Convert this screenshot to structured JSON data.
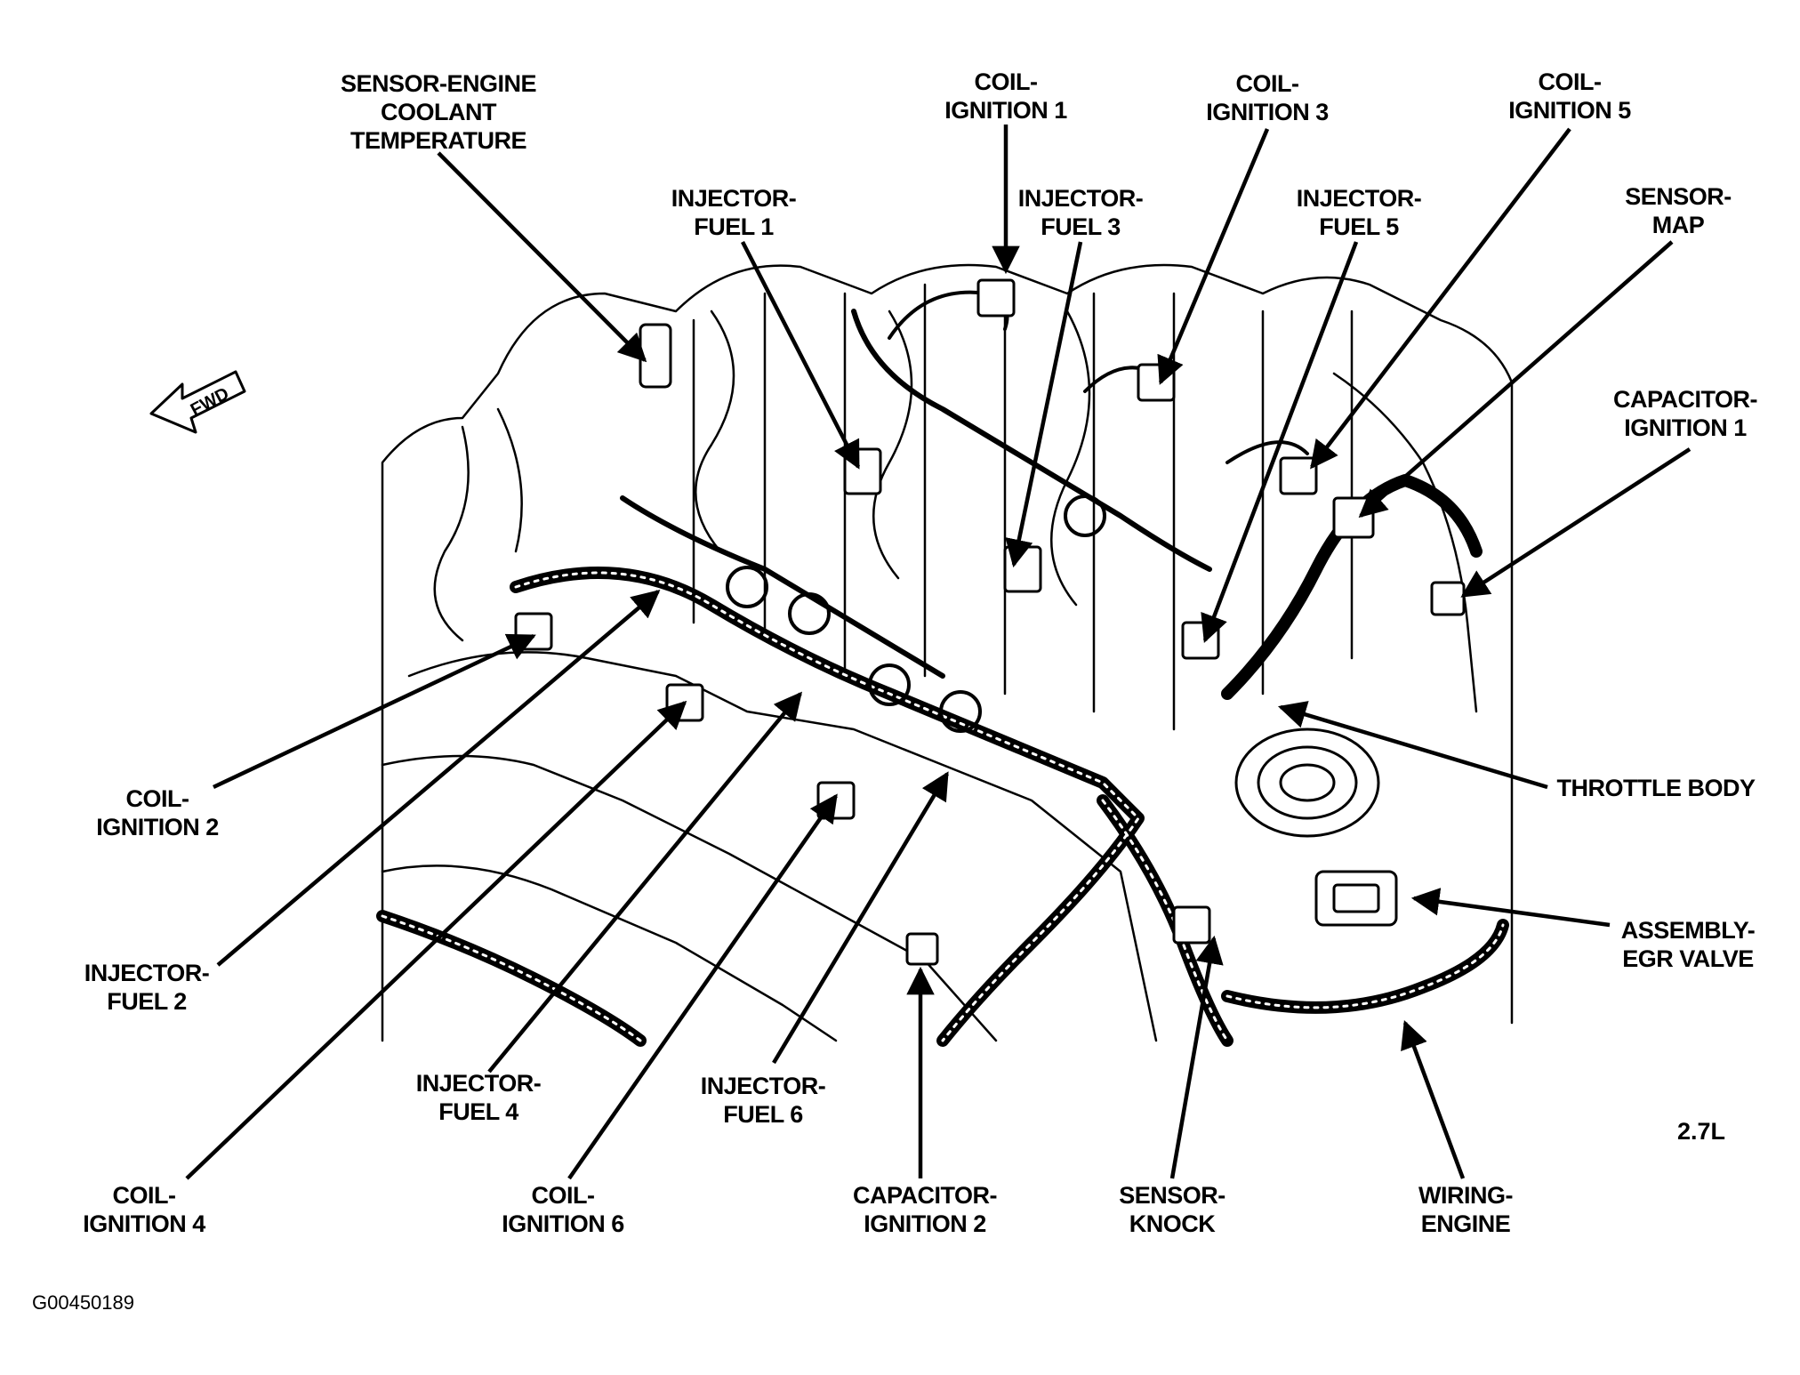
{
  "labels": {
    "coolant_sensor": [
      "SENSOR-ENGINE",
      "COOLANT",
      "TEMPERATURE"
    ],
    "coil_1": [
      "COIL-",
      "IGNITION 1"
    ],
    "coil_3": [
      "COIL-",
      "IGNITION 3"
    ],
    "coil_5": [
      "COIL-",
      "IGNITION 5"
    ],
    "injector_1": [
      "INJECTOR-",
      "FUEL 1"
    ],
    "injector_3": [
      "INJECTOR-",
      "FUEL 3"
    ],
    "injector_5": [
      "INJECTOR-",
      "FUEL 5"
    ],
    "map_sensor": [
      "SENSOR-",
      "MAP"
    ],
    "capacitor_1": [
      "CAPACITOR-",
      "IGNITION 1"
    ],
    "throttle_body": [
      "THROTTLE BODY"
    ],
    "egr_valve": [
      "ASSEMBLY-",
      "EGR VALVE"
    ],
    "coil_2": [
      "COIL-",
      "IGNITION 2"
    ],
    "injector_2": [
      "INJECTOR-",
      "FUEL 2"
    ],
    "injector_4": [
      "INJECTOR-",
      "FUEL 4"
    ],
    "injector_6": [
      "INJECTOR-",
      "FUEL 6"
    ],
    "coil_4": [
      "COIL-",
      "IGNITION 4"
    ],
    "coil_6": [
      "COIL-",
      "IGNITION 6"
    ],
    "capacitor_2": [
      "CAPACITOR-",
      "IGNITION 2"
    ],
    "knock_sensor": [
      "SENSOR-",
      "KNOCK"
    ],
    "wiring_engine": [
      "WIRING-",
      "ENGINE"
    ]
  },
  "fwd_arrow": "FWD",
  "engine_size": "2.7L",
  "figure_id": "G00450189"
}
